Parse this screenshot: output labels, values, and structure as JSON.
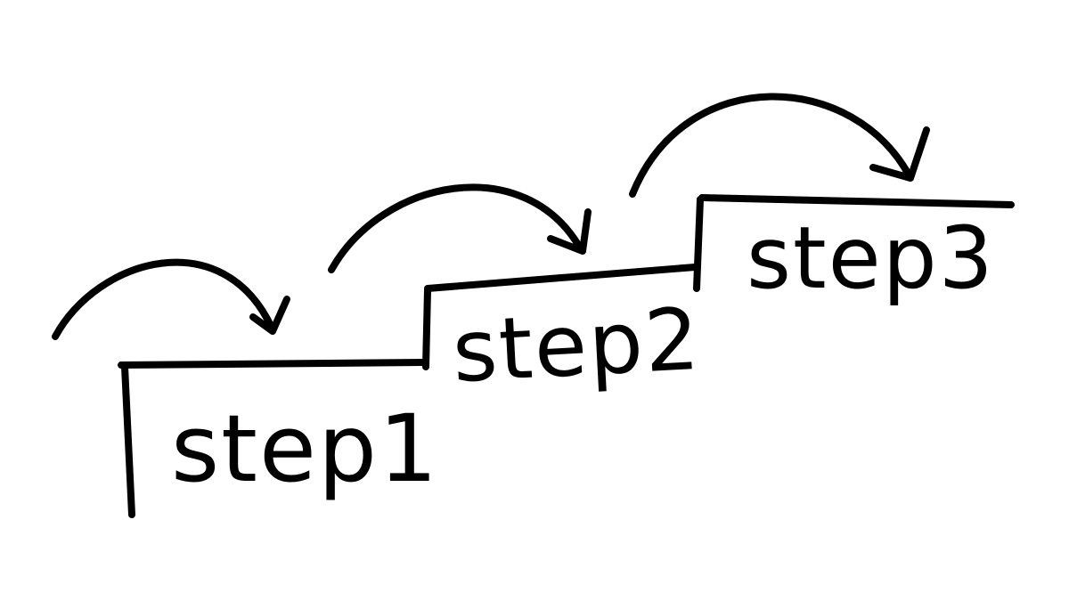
{
  "steps": [
    {
      "label": "step1"
    },
    {
      "label": "step2"
    },
    {
      "label": "step3"
    }
  ],
  "colors": {
    "ink": "#000000",
    "background": "#ffffff"
  }
}
